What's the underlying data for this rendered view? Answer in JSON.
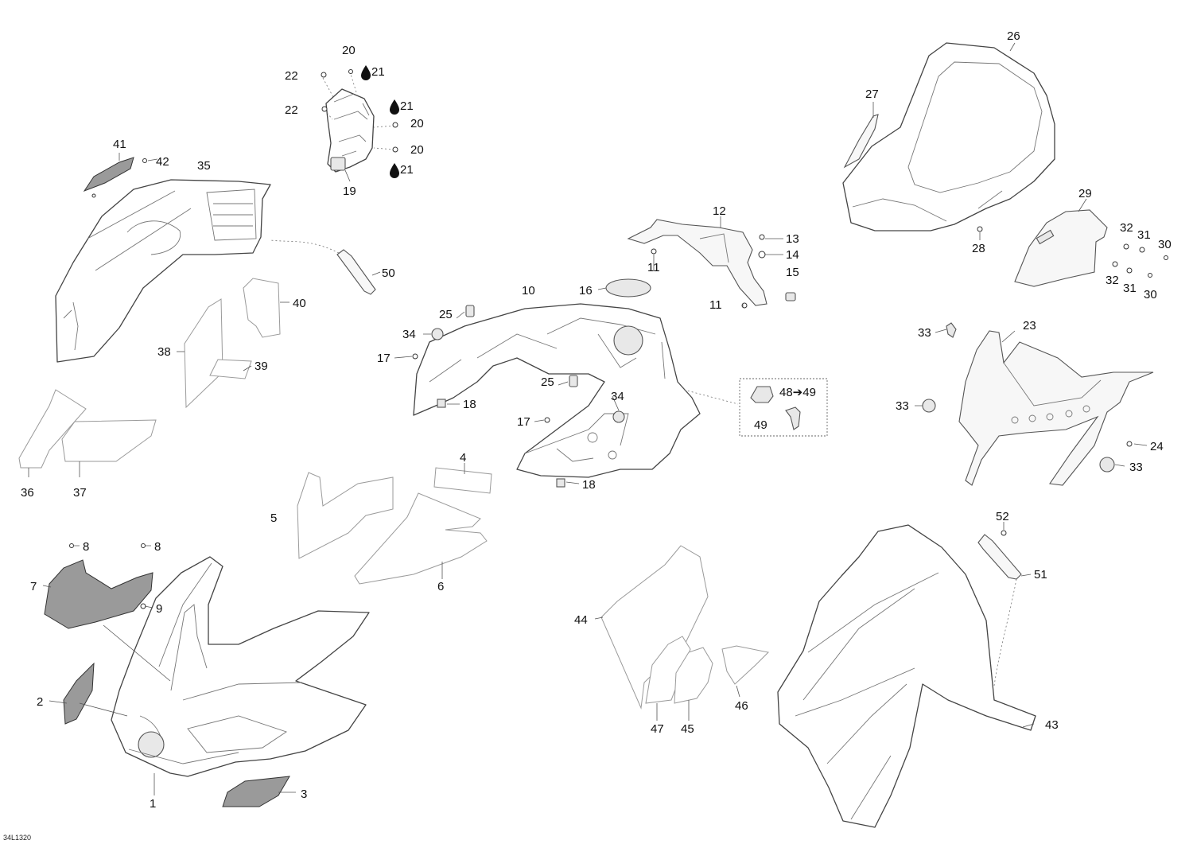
{
  "figure": {
    "code": "34L1320"
  },
  "callouts": [
    {
      "id": "c1",
      "text": "1"
    },
    {
      "id": "c2",
      "text": "2"
    },
    {
      "id": "c3",
      "text": "3"
    },
    {
      "id": "c4",
      "text": "4"
    },
    {
      "id": "c5",
      "text": "5"
    },
    {
      "id": "c6",
      "text": "6"
    },
    {
      "id": "c7",
      "text": "7"
    },
    {
      "id": "c8a",
      "text": "8"
    },
    {
      "id": "c8b",
      "text": "8"
    },
    {
      "id": "c9",
      "text": "9"
    },
    {
      "id": "c10",
      "text": "10"
    },
    {
      "id": "c11a",
      "text": "11"
    },
    {
      "id": "c11b",
      "text": "11"
    },
    {
      "id": "c12",
      "text": "12"
    },
    {
      "id": "c13",
      "text": "13"
    },
    {
      "id": "c14",
      "text": "14"
    },
    {
      "id": "c15",
      "text": "15"
    },
    {
      "id": "c16",
      "text": "16"
    },
    {
      "id": "c17a",
      "text": "17"
    },
    {
      "id": "c17b",
      "text": "17"
    },
    {
      "id": "c18a",
      "text": "18"
    },
    {
      "id": "c18b",
      "text": "18"
    },
    {
      "id": "c19",
      "text": "19"
    },
    {
      "id": "c20a",
      "text": "20"
    },
    {
      "id": "c20b",
      "text": "20"
    },
    {
      "id": "c20c",
      "text": "20"
    },
    {
      "id": "c21a",
      "text": "21"
    },
    {
      "id": "c21b",
      "text": "21"
    },
    {
      "id": "c21c",
      "text": "21"
    },
    {
      "id": "c22a",
      "text": "22"
    },
    {
      "id": "c22b",
      "text": "22"
    },
    {
      "id": "c23",
      "text": "23"
    },
    {
      "id": "c24",
      "text": "24"
    },
    {
      "id": "c25a",
      "text": "25"
    },
    {
      "id": "c25b",
      "text": "25"
    },
    {
      "id": "c26",
      "text": "26"
    },
    {
      "id": "c27",
      "text": "27"
    },
    {
      "id": "c28",
      "text": "28"
    },
    {
      "id": "c29",
      "text": "29"
    },
    {
      "id": "c30a",
      "text": "30"
    },
    {
      "id": "c30b",
      "text": "30"
    },
    {
      "id": "c31a",
      "text": "31"
    },
    {
      "id": "c31b",
      "text": "31"
    },
    {
      "id": "c32a",
      "text": "32"
    },
    {
      "id": "c32b",
      "text": "32"
    },
    {
      "id": "c33a",
      "text": "33"
    },
    {
      "id": "c33b",
      "text": "33"
    },
    {
      "id": "c33c",
      "text": "33"
    },
    {
      "id": "c34a",
      "text": "34"
    },
    {
      "id": "c34b",
      "text": "34"
    },
    {
      "id": "c35",
      "text": "35"
    },
    {
      "id": "c36",
      "text": "36"
    },
    {
      "id": "c37",
      "text": "37"
    },
    {
      "id": "c38",
      "text": "38"
    },
    {
      "id": "c39",
      "text": "39"
    },
    {
      "id": "c40",
      "text": "40"
    },
    {
      "id": "c41",
      "text": "41"
    },
    {
      "id": "c42",
      "text": "42"
    },
    {
      "id": "c43",
      "text": "43"
    },
    {
      "id": "c44",
      "text": "44"
    },
    {
      "id": "c45",
      "text": "45"
    },
    {
      "id": "c46",
      "text": "46"
    },
    {
      "id": "c47",
      "text": "47"
    },
    {
      "id": "c4849",
      "text": "48➔49"
    },
    {
      "id": "c49",
      "text": "49"
    },
    {
      "id": "c50",
      "text": "50"
    },
    {
      "id": "c51",
      "text": "51"
    },
    {
      "id": "c52",
      "text": "52"
    }
  ],
  "icons": {
    "adhesive": "drop-icon"
  }
}
